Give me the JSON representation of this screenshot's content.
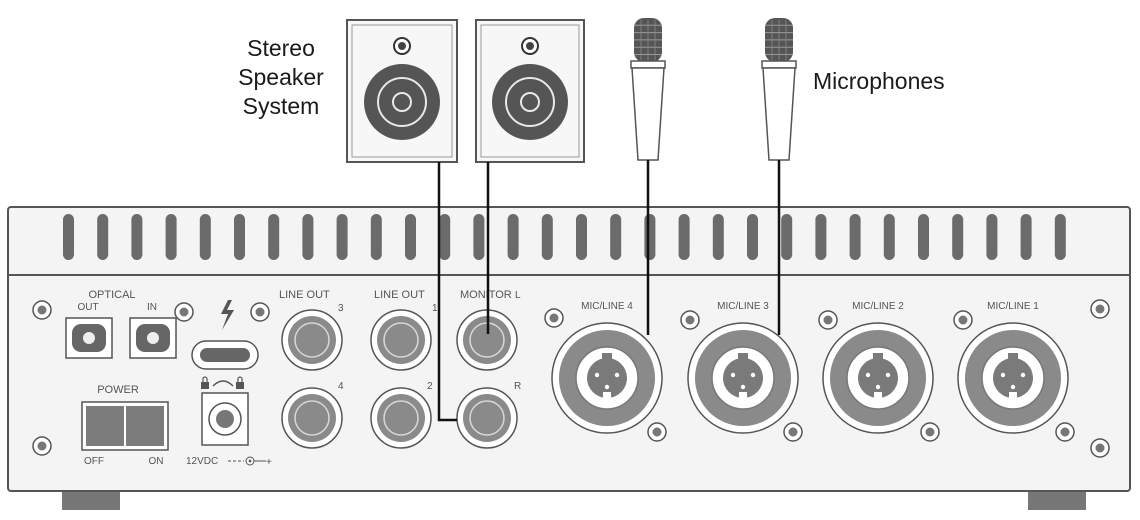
{
  "callouts": {
    "speakers": [
      "Stereo",
      "Speaker",
      "System"
    ],
    "microphones": "Microphones"
  },
  "panel": {
    "optical": {
      "title": "OPTICAL",
      "out": "OUT",
      "in": "IN"
    },
    "power": {
      "title": "POWER",
      "off": "OFF",
      "on": "ON"
    },
    "dc_label": "12VDC",
    "outputs": {
      "line_out_a": "LINE OUT",
      "line_out_b": "LINE OUT",
      "monitor": "MONITOR",
      "ch3": "3",
      "ch1": "1",
      "ch_l": "L",
      "ch4": "4",
      "ch2": "2",
      "ch_r": "R"
    },
    "inputs": [
      "MIC/LINE 4",
      "MIC/LINE 3",
      "MIC/LINE 2",
      "MIC/LINE 1"
    ]
  },
  "colors": {
    "outline": "#555555",
    "panel_fill": "#f4f4f4",
    "vent": "#6b6b6b",
    "jack_ring": "#8a8a8a",
    "cable": "#111111"
  },
  "icons": [
    "thunderbolt-icon",
    "lock-icon",
    "dc-polarity-icon"
  ]
}
